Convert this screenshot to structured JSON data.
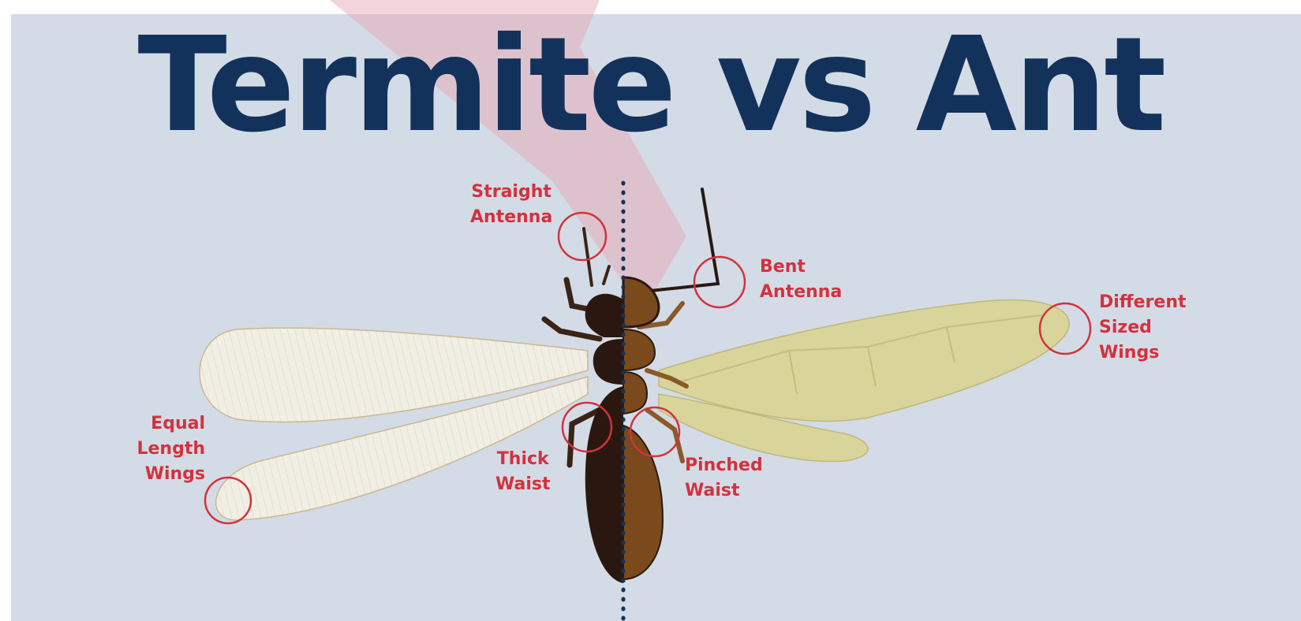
{
  "title": "Termite vs Ant",
  "callouts": {
    "straight_antenna": [
      "Straight",
      "Antenna"
    ],
    "bent_antenna": [
      "Bent",
      "Antenna"
    ],
    "different_sized_wings": [
      "Different",
      "Sized",
      "Wings"
    ],
    "equal_length_wings": [
      "Equal",
      "Length",
      "Wings"
    ],
    "thick_waist": [
      "Thick",
      "Waist"
    ],
    "pinched_waist": [
      "Pinched",
      "Waist"
    ]
  },
  "colors": {
    "background": "#d3dbe6",
    "title": "#13325b",
    "callout": "#d3323d",
    "termite_body": "#2a1810",
    "ant_body": "#7a4a1c",
    "termite_wing": "#f1efe4",
    "ant_wing": "#d9d49a"
  }
}
